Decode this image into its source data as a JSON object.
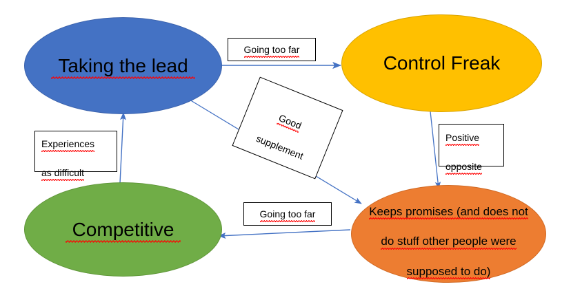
{
  "diagram": {
    "title": "Taking the lead / Control Freak behaviour map",
    "background_color": "#FFFFFF",
    "edge_color": "#4472C4",
    "spellcheck_underline_color": "#FF0000"
  },
  "nodes": [
    {
      "id": "taking-the-lead",
      "label": "Taking the lead",
      "fill": "#4472C4",
      "shape": "ellipse"
    },
    {
      "id": "control-freak",
      "label": "Control Freak",
      "fill": "#FFC000",
      "shape": "ellipse"
    },
    {
      "id": "competitive",
      "label": "Competitive",
      "fill": "#70AD47",
      "shape": "ellipse"
    },
    {
      "id": "keeps-promises",
      "label": "Keeps promises (and does not do stuff other people were supposed to do)",
      "line1": "Keeps promises (and does not",
      "line2": "do stuff other people were",
      "line3": "supposed to do)",
      "fill": "#ED7D31",
      "shape": "ellipse"
    }
  ],
  "edge_labels": {
    "going_too_far_top": "Going too far",
    "going_too_far_bottom": "Going too far",
    "good_supplement_line1": "Good",
    "good_supplement_line2": "supplement",
    "experiences_line1": "Experiences",
    "experiences_line2": "as difficult",
    "positive_line1": "Positive",
    "positive_line2": "opposite"
  },
  "edges": [
    {
      "id": "lead-to-control",
      "from": "taking-the-lead",
      "to": "control-freak",
      "label": "Going too far"
    },
    {
      "id": "lead-to-keeps",
      "from": "taking-the-lead",
      "to": "keeps-promises",
      "label": "Good supplement"
    },
    {
      "id": "control-to-keeps",
      "from": "control-freak",
      "to": "keeps-promises",
      "label": "Positive opposite"
    },
    {
      "id": "keeps-to-competitive",
      "from": "keeps-promises",
      "to": "competitive",
      "label": "Going too far"
    },
    {
      "id": "competitive-to-lead",
      "from": "competitive",
      "to": "taking-the-lead",
      "label": "Experiences as difficult"
    }
  ]
}
